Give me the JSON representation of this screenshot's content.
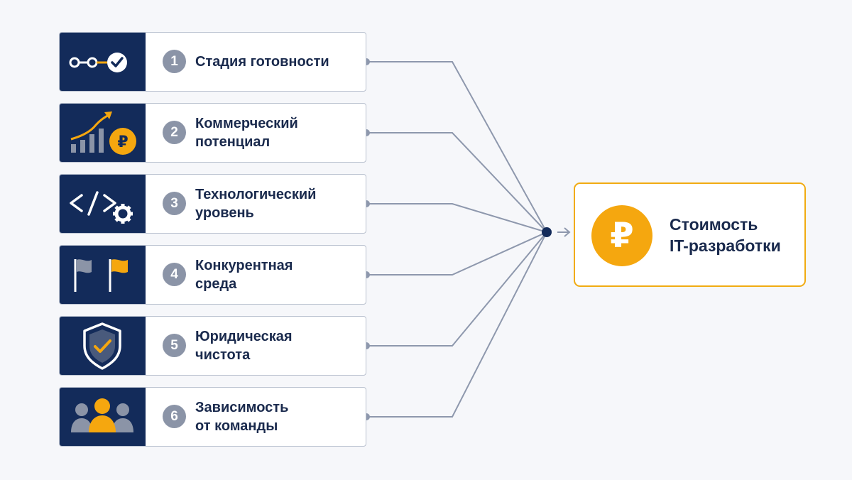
{
  "factors": [
    {
      "number": "1",
      "lines": [
        "Стадия готовности"
      ],
      "icon": "progress-steps-check-icon"
    },
    {
      "number": "2",
      "lines": [
        "Коммерческий",
        "потенциал"
      ],
      "icon": "growth-chart-ruble-icon"
    },
    {
      "number": "3",
      "lines": [
        "Технологический",
        "уровень"
      ],
      "icon": "code-gear-icon"
    },
    {
      "number": "4",
      "lines": [
        "Конкурентная",
        "среда"
      ],
      "icon": "two-flags-icon"
    },
    {
      "number": "5",
      "lines": [
        "Юридическая",
        "чистота"
      ],
      "icon": "shield-check-icon"
    },
    {
      "number": "6",
      "lines": [
        "Зависимость",
        "от команды"
      ],
      "icon": "team-people-icon"
    }
  ],
  "result": {
    "lines": [
      "Стоимость",
      "IT-разработки"
    ],
    "icon": "ruble-coin-icon"
  },
  "colors": {
    "navy": "#132b5a",
    "accent": "#f5a70f",
    "muted": "#8b94a7",
    "connector": "#8e98ad"
  }
}
